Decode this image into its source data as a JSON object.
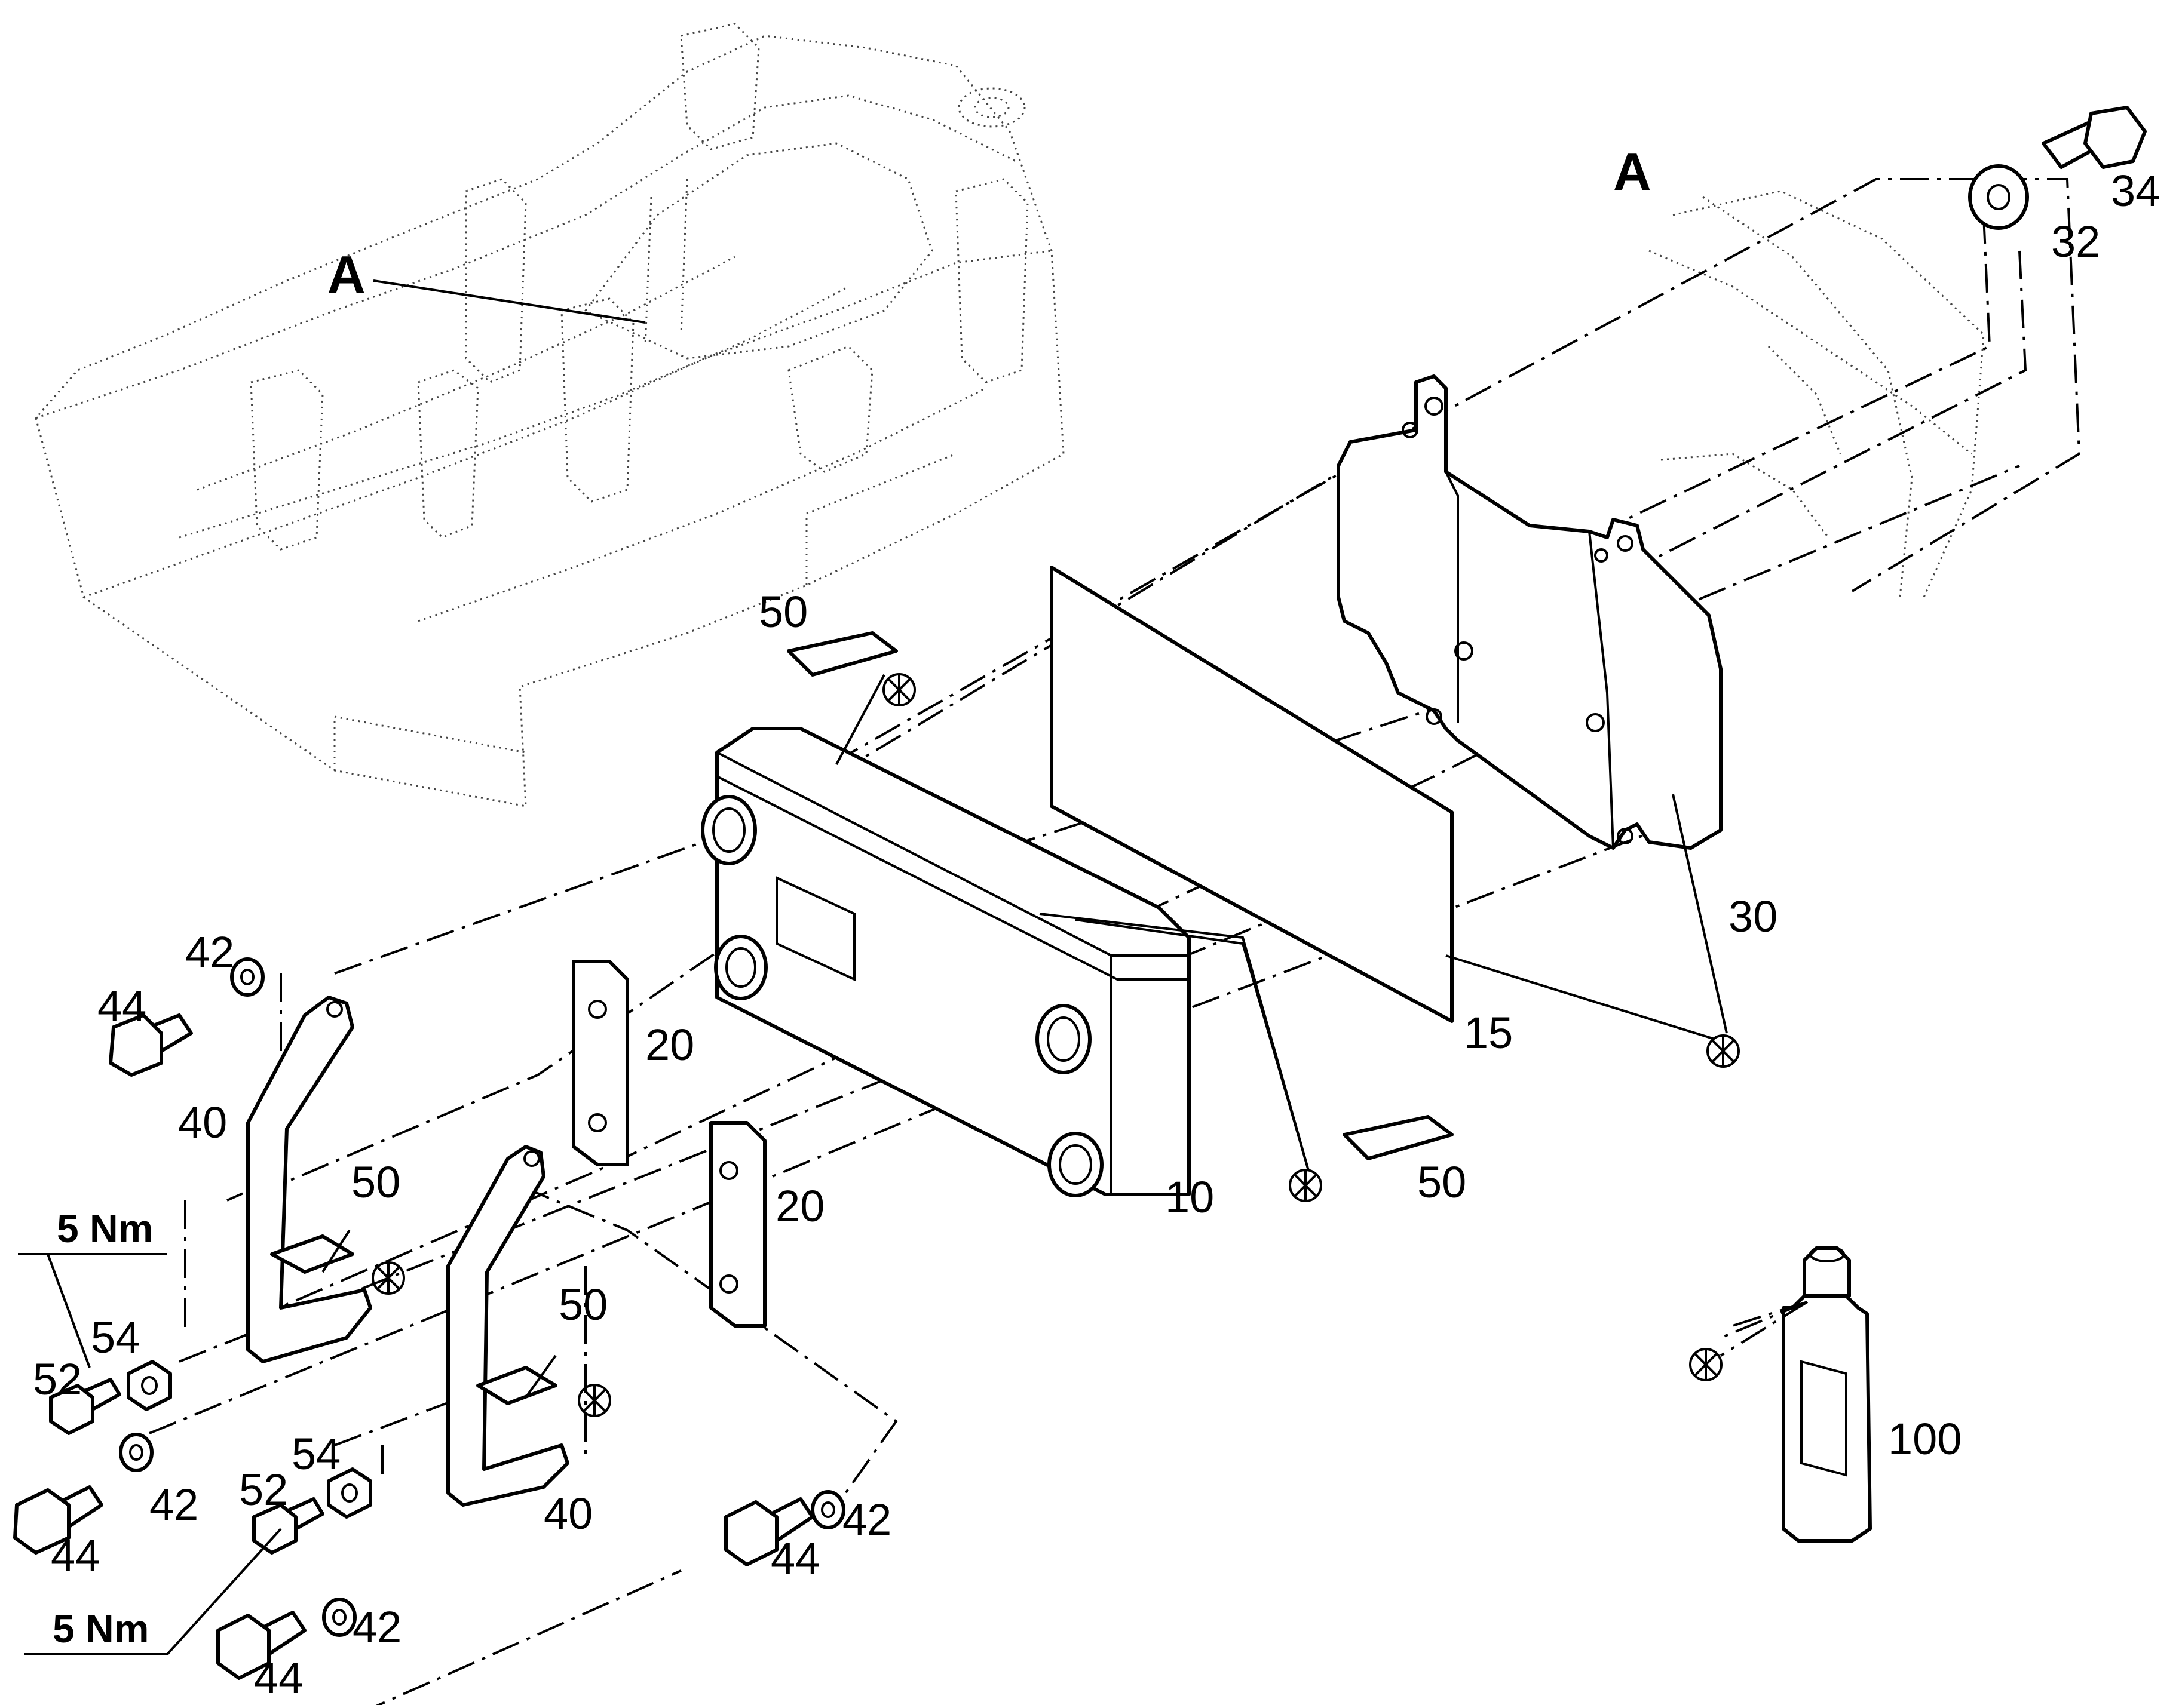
{
  "labels": {
    "frame_ref": "A",
    "detail_ref": "A",
    "oil_cooler": "10",
    "insulating_pad": "15",
    "clamp_strip_upper": "20",
    "clamp_strip_lower": "20",
    "mounting_bracket_sheet": "30",
    "washer_32": "32",
    "bolt_34": "34",
    "bracket_upper": "40",
    "bracket_lower": "40",
    "washer_42_top": "42",
    "washer_42_mid": "42",
    "washer_42_right": "42",
    "washer_42_bottom": "42",
    "bolt_44_top": "44",
    "bolt_44_mid": "44",
    "bolt_44_right": "44",
    "bolt_44_bottom": "44",
    "pad_50_top": "50",
    "pad_50_right": "50",
    "pad_50_bracket_upper": "50",
    "pad_50_bracket_lower": "50",
    "screw_52_upper": "52",
    "screw_52_lower": "52",
    "nut_54_upper": "54",
    "nut_54_lower": "54",
    "adhesive_bottle": "100",
    "torque_upper": "5 Nm",
    "torque_lower": "5 Nm"
  },
  "icons": {
    "adhesive_symbol": "adhesive-asterisk-icon"
  }
}
